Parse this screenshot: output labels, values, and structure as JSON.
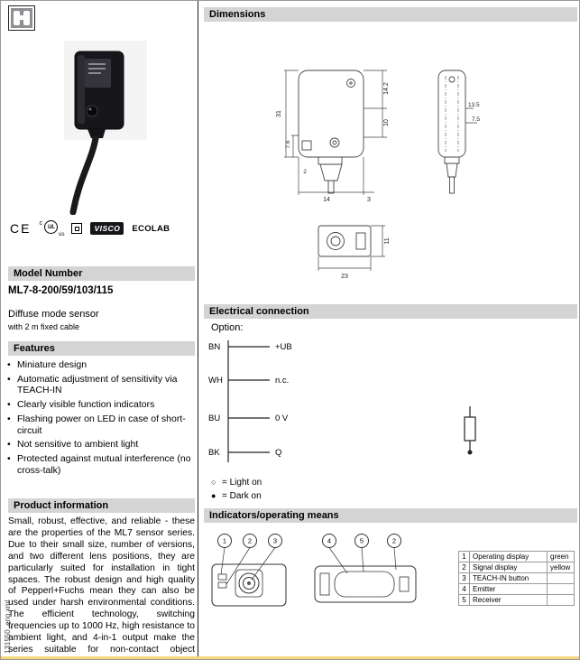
{
  "colors": {
    "header_bar": "#d4d4d4",
    "accent_strip": "#f6d77b",
    "divider": "#1c1c1c"
  },
  "branding": {
    "file_label": "131550_eng.xml"
  },
  "certifications": {
    "ce": "CE",
    "ul_c": "c",
    "ul": "UL",
    "ul_us": "us",
    "visco": "VISCO",
    "ecolab": "ECOLAB"
  },
  "model": {
    "header": "Model Number",
    "number": "ML7-8-200/59/103/115",
    "description": "Diffuse mode sensor",
    "cable_note": "with 2 m fixed cable"
  },
  "features": {
    "header": "Features",
    "items": [
      "Miniature design",
      "Automatic adjustment of sensitivity via TEACH-IN",
      "Clearly visible function indicators",
      "Flashing power on LED in case of short-circuit",
      "Not sensitive to ambient light",
      "Protected against mutual interference (no cross-talk)"
    ]
  },
  "product_information": {
    "header": "Product information",
    "text": "Small, robust, effective, and reliable - these are the properties of the ML7 sensor series. Due to their small size, number of versions, and two different lens positions, they are particularly suited for installation in tight spaces. The robust design and high quality of Pepperl+Fuchs mean they can also be used under harsh environmental conditions. The efficient technology, switching frequencies up to 1000 Hz, high resistance to ambient light, and 4-in-1 output make the series suitable for non-contact object detection."
  },
  "dimensions": {
    "header": "Dimensions",
    "labels": [
      "31",
      "14.2",
      "10",
      "7.6",
      "2",
      "14",
      "3",
      "13.5",
      "7.5",
      "23",
      "11"
    ]
  },
  "electrical": {
    "header": "Electrical connection",
    "option_label": "Option:",
    "wires": [
      {
        "code": "BN",
        "signal": "+UB"
      },
      {
        "code": "WH",
        "signal": "n.c."
      },
      {
        "code": "BU",
        "signal": "0 V"
      },
      {
        "code": "BK",
        "signal": "Q"
      }
    ],
    "legend": [
      {
        "symbol": "○",
        "text": "= Light on"
      },
      {
        "symbol": "●",
        "text": "= Dark on"
      }
    ]
  },
  "indicators": {
    "header": "Indicators/operating means",
    "callouts": [
      "1",
      "2",
      "3",
      "4",
      "5",
      "2"
    ],
    "table": {
      "rows": [
        {
          "no": "1",
          "label": "Operating display",
          "value": "green"
        },
        {
          "no": "2",
          "label": "Signal display",
          "value": "yellow"
        },
        {
          "no": "3",
          "label": "TEACH-IN button",
          "value": ""
        },
        {
          "no": "4",
          "label": "Emitter",
          "value": ""
        },
        {
          "no": "5",
          "label": "Receiver",
          "value": ""
        }
      ]
    }
  }
}
